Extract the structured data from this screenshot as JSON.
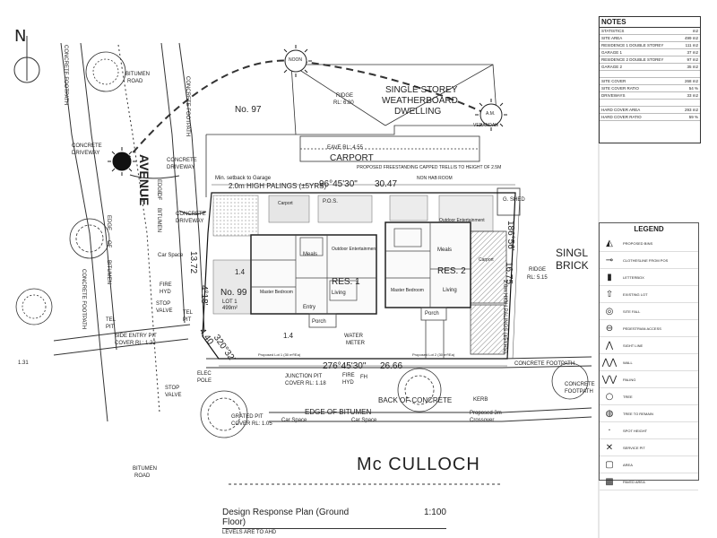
{
  "north": "N",
  "compass": {
    "noon": "NOON",
    "am": "A.M.",
    "verandah": "VERANDAH"
  },
  "streets": {
    "avenue": "AVENUE",
    "mcculloch": "Mc CULLOCH"
  },
  "neighbours": {
    "no97": "No. 97",
    "single_storey": [
      "SINGLE STOREY",
      "WEATHERBOARD",
      "DWELLING"
    ],
    "ridge": "RIDGE",
    "ridge_rl": "RL: 6.80",
    "eave": "EAVE RL: 4.55",
    "carport": "CARPORT",
    "trellis": "PROPOSED FREESTANDING CAPPED TRELLIS TO HEIGHT OF 2.5M",
    "nonhab": "NON HAB ROOM",
    "single_brick": [
      "SINGL",
      "BRICK"
    ],
    "ridge_right": "RIDGE",
    "ridge_right_rl": "RL: 5.15",
    "shed": "G. SHED"
  },
  "left_labels": {
    "bitumen_road_top": [
      "BITUMEN",
      "ROAD"
    ],
    "concrete_footpath_top": "CONCRETE FOOTPATH",
    "concrete_footpath_left": "CONCRETE FOOTPATH",
    "concrete_footpath_mid": "CONCRETE FOOTPATH",
    "concrete_driveway_1": [
      "CONCRETE",
      "DRIVEWAY"
    ],
    "concrete_driveway_2": [
      "CONCRETE",
      "DRIVEWAY"
    ],
    "concrete_driveway_3": [
      "CONCRETE",
      "DRIVEWAY"
    ],
    "edge_of_bitumen": [
      "EDGE",
      "OF",
      "BITUMEN"
    ],
    "edge_of_bitumen_2": [
      "EDGE",
      "OF",
      "BITUMEN"
    ],
    "car_space": "Car Space",
    "fire_hyd": [
      "FIRE",
      "HYD"
    ],
    "stop_valve": [
      "STOP",
      "VALVE"
    ],
    "tel_pit": [
      "TEL",
      "PIT"
    ],
    "tel_pit_2": [
      "TEL",
      "PIT"
    ],
    "side_entry_pit": [
      "SIDE ENTRY PIT",
      "COVER RL: 1.22"
    ],
    "stop_valve_2": [
      "STOP",
      "VALVE"
    ],
    "elec_pole": [
      "ELEC",
      "POLE"
    ],
    "grated_pit": [
      "GRATED PIT",
      "COVER RL: 1.05"
    ],
    "bitumen_road_bottom": [
      "BITUMEN",
      "ROAD"
    ],
    "rl_131": "1.31"
  },
  "site": {
    "palings": "2.0m HIGH PALINGS (±5YRS)",
    "setback_note": "Min. setback to Garage",
    "bearing_top": "96°45'30\"",
    "length_top": "30.47",
    "bearing_bottom": "276°45'30\"",
    "length_bottom": "26.66",
    "left_len": "13.72",
    "left_bearing": "4°18'",
    "corner": "4.40",
    "corner_bearing": "320°32'",
    "right_bearing": "186°56'",
    "right_len": "16.75",
    "right_palings": "2.0m HIGH PALINGS (±5YRS)",
    "no99": "No. 99",
    "lot": "LOT 1",
    "lot_area": "499m²",
    "res1": "RES. 1",
    "res2": "RES. 2",
    "meals": "Meals",
    "meals2": "Meals",
    "living": "Living",
    "living2": "Living",
    "master": "Master Bedroom",
    "master2": "Master Bedroom",
    "outdoor": "Outdoor Entertainment",
    "outdoor2": "Outdoor Entertainment",
    "carport1": "Carport",
    "carport2": "Carport",
    "porch": "Porch",
    "porch2": "Porch",
    "entry": "Entry",
    "ppos": "P.O.S.",
    "dim_14a": "1.4",
    "dim_14b": "1.4",
    "water_meter": [
      "WATER",
      "METER"
    ],
    "proposed_lot": "Proposed Lot 1 (30 m²/Ea)",
    "proposed_lot2": "Proposed Lot 2 (30 m²/Ea)"
  },
  "bottom_labels": {
    "concrete_footpath_right": "CONCRETE FOOTPATH",
    "concrete_footpath_far": [
      "CONCRETE",
      "FOOTPATH"
    ],
    "junction_pit": [
      "JUNCTION PIT",
      "COVER RL: 1.18"
    ],
    "fire_hyd": [
      "FIRE",
      "HYD"
    ],
    "fh": "FH",
    "back_of_concrete": "BACK    OF    CONCRETE",
    "kerb": "KERB",
    "edge_of_bitumen": "EDGE    OF    BITUMEN",
    "car_space_1": "Car Space",
    "car_space_2": "Car Space",
    "crossover": [
      "Proposed 3m",
      "Crossover"
    ]
  },
  "notes": {
    "title": "NOTES",
    "rows": [
      {
        "label": "STATISTICS",
        "value": "m2"
      },
      {
        "label": "SITE AREA",
        "value": "499 m2"
      },
      {
        "label": "RESIDENCE 1  DOUBLE STOREY",
        "value": "111 m2"
      },
      {
        "label": "GARAGE 1",
        "value": "37 m2"
      },
      {
        "label": "RESIDENCE 2  DOUBLE STOREY",
        "value": "97 m2"
      },
      {
        "label": "GARAGE 2",
        "value": "35 m2"
      },
      {
        "label": "",
        "value": ""
      },
      {
        "label": "SITE COVER",
        "value": "268 m2"
      },
      {
        "label": "SITE COVER RATIO",
        "value": "54 %"
      },
      {
        "label": "DRIVEWAYS",
        "value": "33 m2"
      },
      {
        "label": "",
        "value": ""
      },
      {
        "label": "HARD COVER AREA",
        "value": "293 m2"
      },
      {
        "label": "HARD COVER RATIO",
        "value": "59 %"
      }
    ]
  },
  "legend": {
    "title": "LEGEND",
    "items": [
      {
        "icon": "rubbish-bin-icon",
        "glyph": "◭",
        "text": "PROPOSED BINS"
      },
      {
        "icon": "clothesline-icon",
        "glyph": "⊸",
        "text": "CLOTHESLINE FROM POS"
      },
      {
        "icon": "letterbox-icon",
        "glyph": "▮",
        "text": "LETTERBOX"
      },
      {
        "icon": "dwelling-arrow-icon",
        "glyph": "⇧",
        "text": "EXISTING LOT"
      },
      {
        "icon": "circle-icon",
        "glyph": "◎",
        "text": "SITE FALL"
      },
      {
        "icon": "pedestrian-icon",
        "glyph": "⊖",
        "text": "PEDESTRIAN ACCESS"
      },
      {
        "icon": "sight-line-icon",
        "glyph": "⋀",
        "text": "SIGHT LINE"
      },
      {
        "icon": "zigzag-icon",
        "glyph": "⋀⋀",
        "text": "WALL"
      },
      {
        "icon": "zigzag-2-icon",
        "glyph": "⋁⋁",
        "text": "PALING"
      },
      {
        "icon": "tree-circle-icon",
        "glyph": "○",
        "text": "TREE"
      },
      {
        "icon": "tree-hatched-icon",
        "glyph": "◍",
        "text": "TREE TO REMAIN"
      },
      {
        "icon": "dot-icon",
        "glyph": "·",
        "text": "SPOT HEIGHT"
      },
      {
        "icon": "cross-icon",
        "glyph": "✕",
        "text": "SERVICE PIT"
      },
      {
        "icon": "square-icon",
        "glyph": "▢",
        "text": "AREA"
      },
      {
        "icon": "hatched-square-icon",
        "glyph": "▩",
        "text": "PAVED AREA"
      }
    ]
  },
  "title_block": {
    "title": "Design Response Plan (Ground Floor)",
    "scale": "1:100",
    "subtitle": "LEVELS ARE TO AHD"
  }
}
